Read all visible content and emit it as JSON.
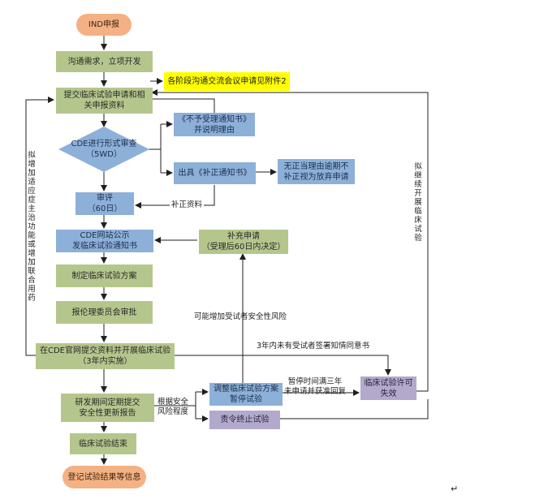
{
  "nodes": {
    "ind": "IND申报",
    "communicate": "沟通需求，立项开发",
    "submit": "提交临床试验申请和相\n关申报资料",
    "meeting_note": "各阶段沟通交流会议申请见附件2",
    "formal_review": "CDE进行形式审查\n（5WD）",
    "reject_notice": "《不予受理通知书》\n并说明理由",
    "supplement_notice": "出具《补正通知书》",
    "overdue": "无正当理由逾期不\n补正视为放弃申请",
    "review": "审评\n（60日）",
    "publish": "CDE网站公示\n发临床试验通知书",
    "supplement_apply": "补充申请\n（受理后60日内决定）",
    "plan": "制定临床试验方案",
    "ethics": "报伦理委员会审批",
    "submit_cde": "在CDE官网提交资料并开展临床试验\n（3年内实施）",
    "license_invalid": "临床试验许可\n失效",
    "safety_report": "研发期间定期提交\n安全性更新报告",
    "adjust": "调整临床试验方案\n暂停试验",
    "terminate": "责令终止试验",
    "trial_end": "临床试验结束",
    "register": "登记试验结果等信息"
  },
  "labels": {
    "supplement_material": "补正资料",
    "possible_risk": "可能增加受试者安全性风险",
    "no_consent": "3年内未有受试者签署知情同意书",
    "pause_3y": "暂停时间满三年\n未申请并获准回复",
    "by_risk": "根据安全\n风险程度",
    "left_loop": "拟增加适应症主治功能或增加联合用药",
    "right_loop": "拟继续开展临床试验",
    "return_mark": "↵"
  },
  "colors": {
    "line": "#1f1f1f",
    "green": "#b5c68d",
    "blue": "#8db0d9",
    "gray": "#b4c4dc",
    "purple": "#b3aacb",
    "yellow": "#ffff00",
    "oval": "#f4b183"
  }
}
